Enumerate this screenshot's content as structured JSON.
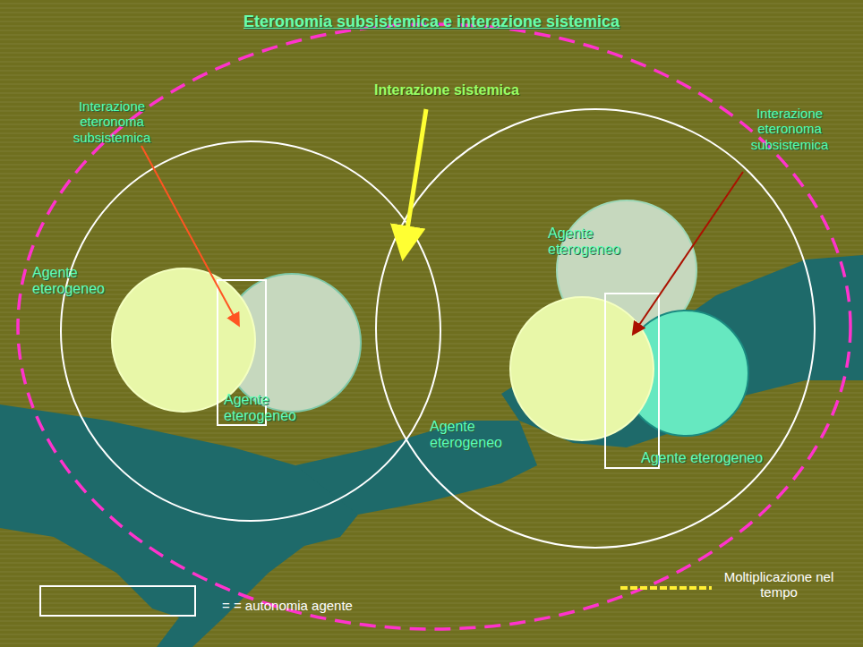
{
  "diagram": {
    "title": "Eteronomia subsistemica e interazione sistemica",
    "nodes": [
      {
        "text": [
          "Agente eterogeneo"
        ]
      },
      {
        "text": [
          "Agente eterogeneo"
        ]
      },
      {
        "text": [
          "Agente eterogeneo"
        ]
      },
      {
        "text": [
          "Agente eterogeneo"
        ]
      },
      {
        "text": [
          "Agente eterogeneo"
        ]
      }
    ],
    "edges": [],
    "labels": [
      "Interazione sistemica",
      "Interazione eteronoma subsistemica",
      "Interazione eteronoma subsistemica"
    ],
    "legend": [
      {
        "text": "= = autonomia agente"
      },
      {
        "text": "Moltiplicazione nel tempo"
      }
    ]
  }
}
